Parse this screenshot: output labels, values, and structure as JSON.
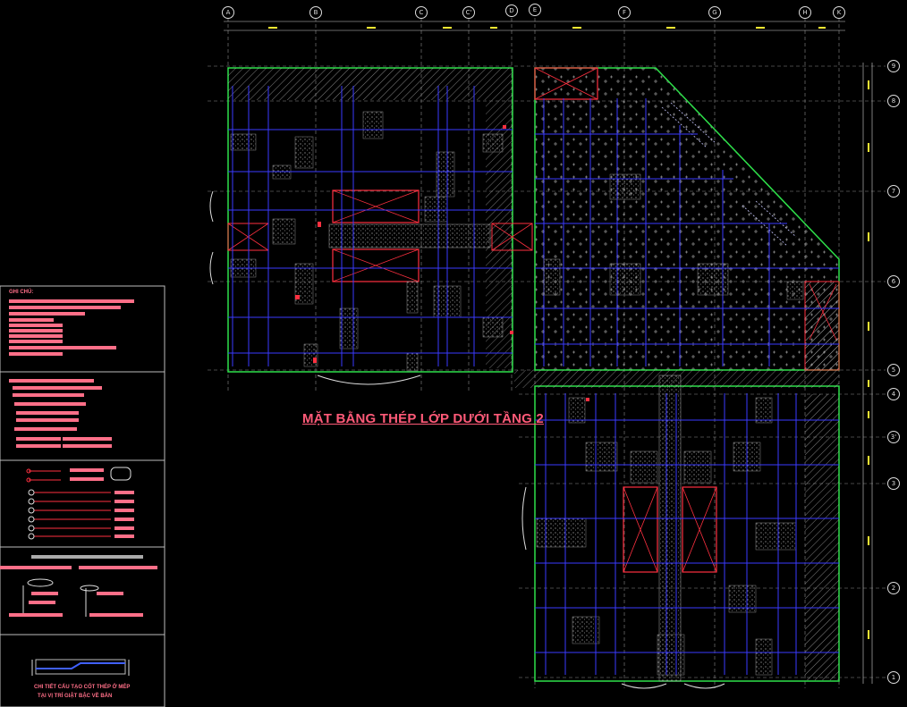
{
  "drawing": {
    "title": "MẶT BẰNG THÉP LỚP DƯỚI TẦNG 2",
    "colors": {
      "background": "#000000",
      "axis": "#cfcfcf",
      "wall": "#2ee04a",
      "rebar": "#3a3aff",
      "rebar_cross": "#c8c8ff",
      "accent": "#ff3040",
      "text": "#ffee33",
      "panel_text": "#ff6f88"
    },
    "column_axes": [
      "A",
      "B",
      "C",
      "C'",
      "D",
      "E",
      "F",
      "G",
      "H",
      "K"
    ],
    "row_axes": [
      "9",
      "8",
      "7",
      "6",
      "5",
      "4",
      "3'",
      "3",
      "2",
      "1"
    ]
  },
  "legend_panel": {
    "notes_heading": "GHI CHÚ:",
    "detail_caption_1": "CHI TIẾT CẤU TẠO CỐT THÉP Ở MÉP",
    "detail_caption_2": "TẠI VỊ TRÍ GIẬT BẬC VỀ BẢN"
  }
}
